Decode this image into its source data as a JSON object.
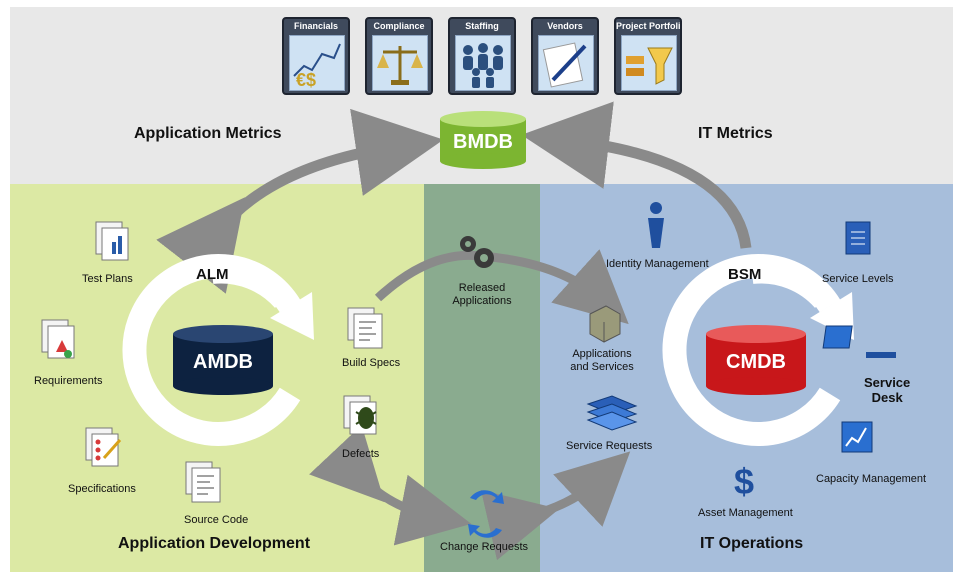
{
  "tiles": [
    {
      "label": "Financials",
      "icon": "financials-chart-icon"
    },
    {
      "label": "Compliance",
      "icon": "scales-icon"
    },
    {
      "label": "Staffing",
      "icon": "people-icon"
    },
    {
      "label": "Vendors",
      "icon": "pen-paper-icon"
    },
    {
      "label": "Project Portfolio",
      "icon": "funnel-icon"
    }
  ],
  "top": {
    "database": "BMDB",
    "left_title": "Application Metrics",
    "right_title": "IT Metrics"
  },
  "left": {
    "section_title": "Application Development",
    "cycle_label": "ALM",
    "database": "AMDB",
    "items": {
      "test_plans": "Test Plans",
      "requirements": "Requirements",
      "specifications": "Specifications",
      "source_code": "Source Code",
      "build_specs": "Build Specs",
      "defects": "Defects"
    }
  },
  "middle": {
    "released": "Released\nApplications",
    "change_requests": "Change Requests"
  },
  "right": {
    "section_title": "IT Operations",
    "cycle_label": "BSM",
    "database": "CMDB",
    "items": {
      "identity": "Identity Management",
      "service_levels": "Service Levels",
      "applications": "Applications\nand Services",
      "service_requests": "Service Requests",
      "service_desk": "Service\nDesk",
      "capacity": "Capacity Management",
      "asset": "Asset Management"
    }
  },
  "colors": {
    "top_bg": "#e8e8e8",
    "left_bg": "#dce9a4",
    "middle_bg": "#8aab8f",
    "right_bg": "#a7bedb",
    "bmdb": "#8cc63f",
    "amdb": "#0d2240",
    "cmdb": "#d41c1c",
    "arrow": "#8a8a8a"
  }
}
